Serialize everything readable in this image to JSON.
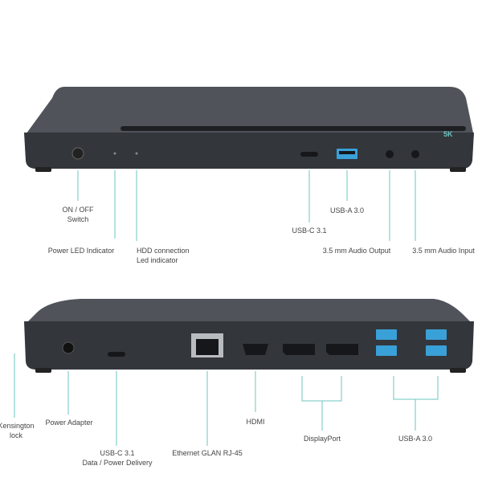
{
  "colors": {
    "line": "#6cc4c2",
    "device": "#3b3e44",
    "device_top": "#50535a",
    "port": "#15171a",
    "accent": "#3aa0d8"
  },
  "device_text": {
    "badge": "5K"
  },
  "front": {
    "on_off": [
      "ON / OFF",
      "Switch"
    ],
    "power_led": "Power LED Indicator",
    "hdd_led": [
      "HDD connection",
      "Led indicator"
    ],
    "usb_c": "USB-C 3.1",
    "usb_a": "USB-A 3.0",
    "audio_out": "3.5 mm Audio Output",
    "audio_in": "3.5 mm Audio Input"
  },
  "rear": {
    "kensington": [
      "Kensington",
      "lock"
    ],
    "power_adapter": "Power Adapter",
    "usb_c": [
      "USB-C 3.1",
      "Data / Power Delivery"
    ],
    "ethernet": "Ethernet GLAN RJ-45",
    "hdmi": "HDMI",
    "displayport": "DisplayPort",
    "usb_a": "USB-A 3.0"
  }
}
